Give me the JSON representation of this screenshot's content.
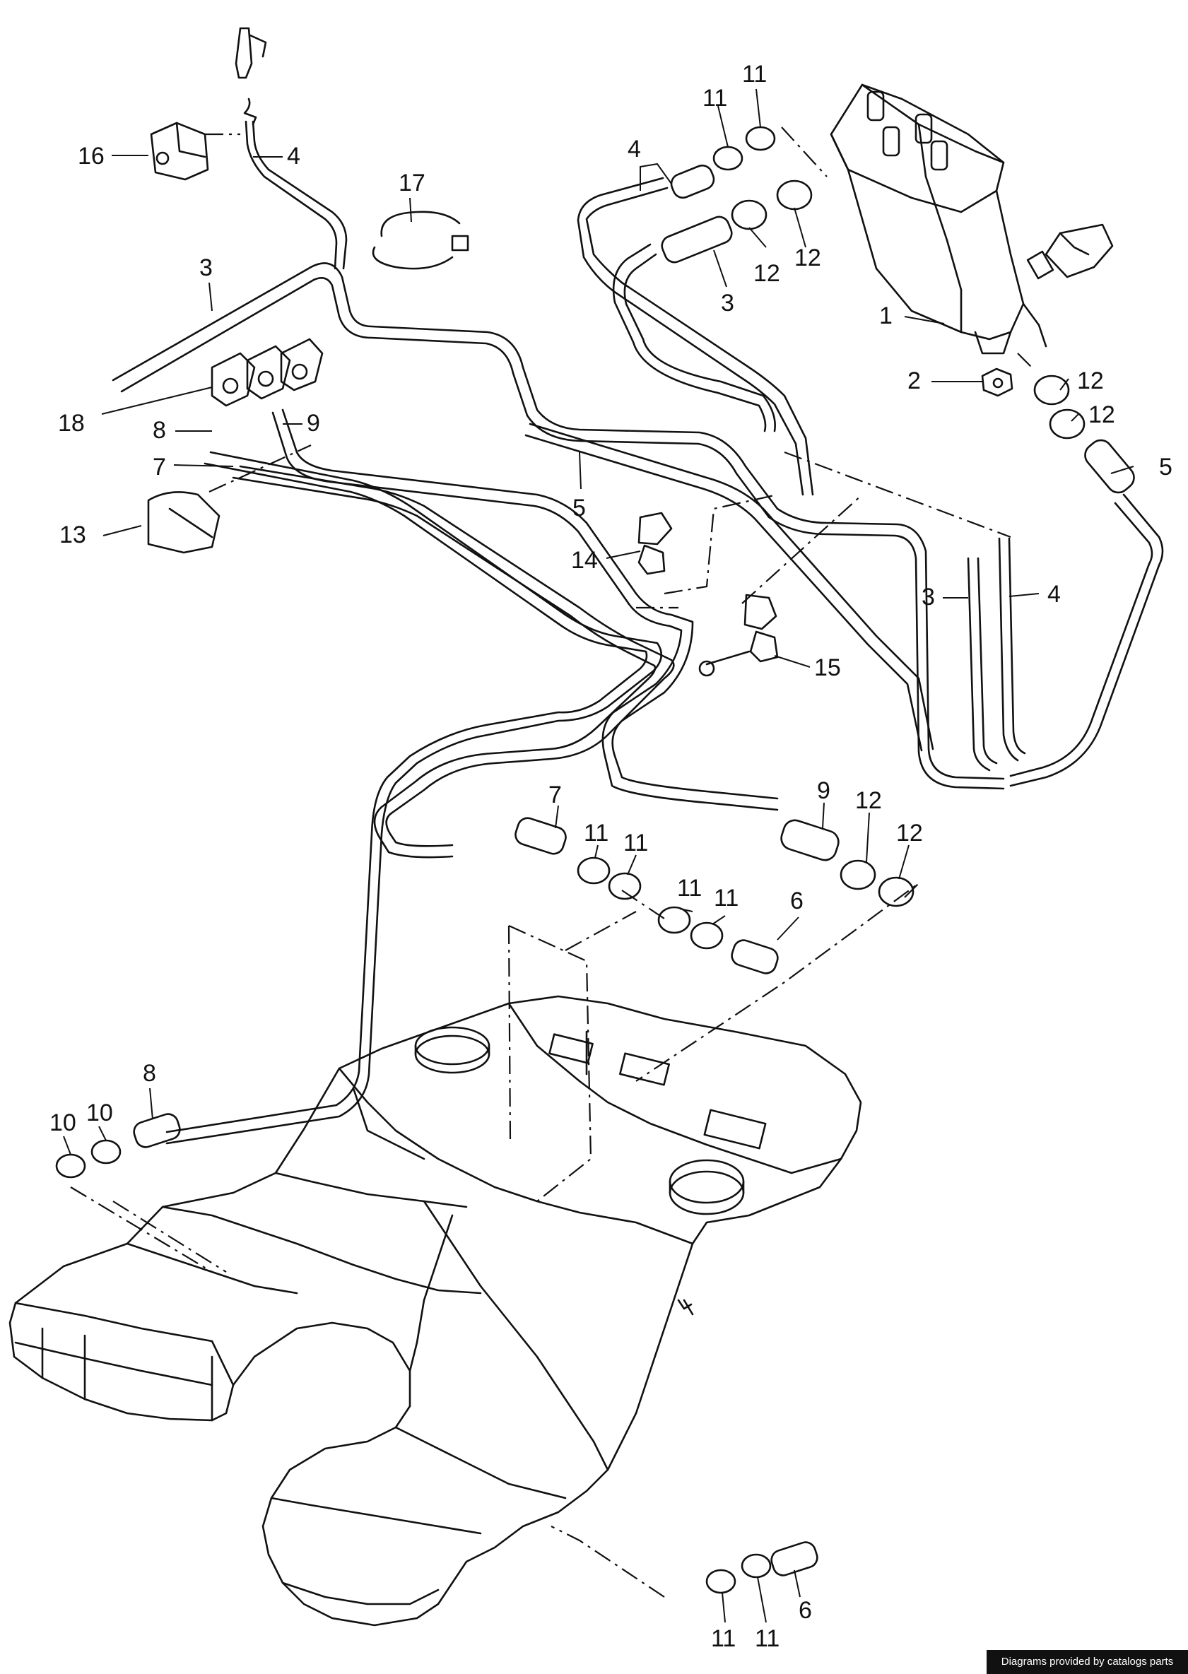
{
  "credit": "Diagrams provided by catalogs parts",
  "colors": {
    "line": "#111111",
    "background": "#ffffff",
    "credit_bg": "#111111",
    "credit_text": "#ffffff"
  },
  "parts": [
    {
      "id": "label-16",
      "number": "16"
    },
    {
      "id": "label-4-top",
      "number": "4"
    },
    {
      "id": "label-17",
      "number": "17"
    },
    {
      "id": "label-3-left",
      "number": "3"
    },
    {
      "id": "label-18",
      "number": "18"
    },
    {
      "id": "label-8-top",
      "number": "8"
    },
    {
      "id": "label-9-top",
      "number": "9"
    },
    {
      "id": "label-7-top",
      "number": "7"
    },
    {
      "id": "label-13",
      "number": "13"
    },
    {
      "id": "label-5-mid",
      "number": "5"
    },
    {
      "id": "label-14",
      "number": "14"
    },
    {
      "id": "label-15",
      "number": "15"
    },
    {
      "id": "label-4-canister",
      "number": "4"
    },
    {
      "id": "label-11-a",
      "number": "11"
    },
    {
      "id": "label-11-b",
      "number": "11"
    },
    {
      "id": "label-12-a",
      "number": "12"
    },
    {
      "id": "label-12-b",
      "number": "12"
    },
    {
      "id": "label-3-canister",
      "number": "3"
    },
    {
      "id": "label-1",
      "number": "1"
    },
    {
      "id": "label-2",
      "number": "2"
    },
    {
      "id": "label-12-c",
      "number": "12"
    },
    {
      "id": "label-12-d",
      "number": "12"
    },
    {
      "id": "label-5-right",
      "number": "5"
    },
    {
      "id": "label-3-right",
      "number": "3"
    },
    {
      "id": "label-4-right",
      "number": "4"
    },
    {
      "id": "label-7-mid",
      "number": "7"
    },
    {
      "id": "label-11-c",
      "number": "11"
    },
    {
      "id": "label-11-d",
      "number": "11"
    },
    {
      "id": "label-9-mid",
      "number": "9"
    },
    {
      "id": "label-12-e",
      "number": "12"
    },
    {
      "id": "label-12-f",
      "number": "12"
    },
    {
      "id": "label-11-e",
      "number": "11"
    },
    {
      "id": "label-11-f",
      "number": "11"
    },
    {
      "id": "label-6-mid",
      "number": "6"
    },
    {
      "id": "label-8-bottom",
      "number": "8"
    },
    {
      "id": "label-10-a",
      "number": "10"
    },
    {
      "id": "label-10-b",
      "number": "10"
    },
    {
      "id": "label-6-bottom",
      "number": "6"
    },
    {
      "id": "label-11-g",
      "number": "11"
    },
    {
      "id": "label-11-h",
      "number": "11"
    }
  ]
}
